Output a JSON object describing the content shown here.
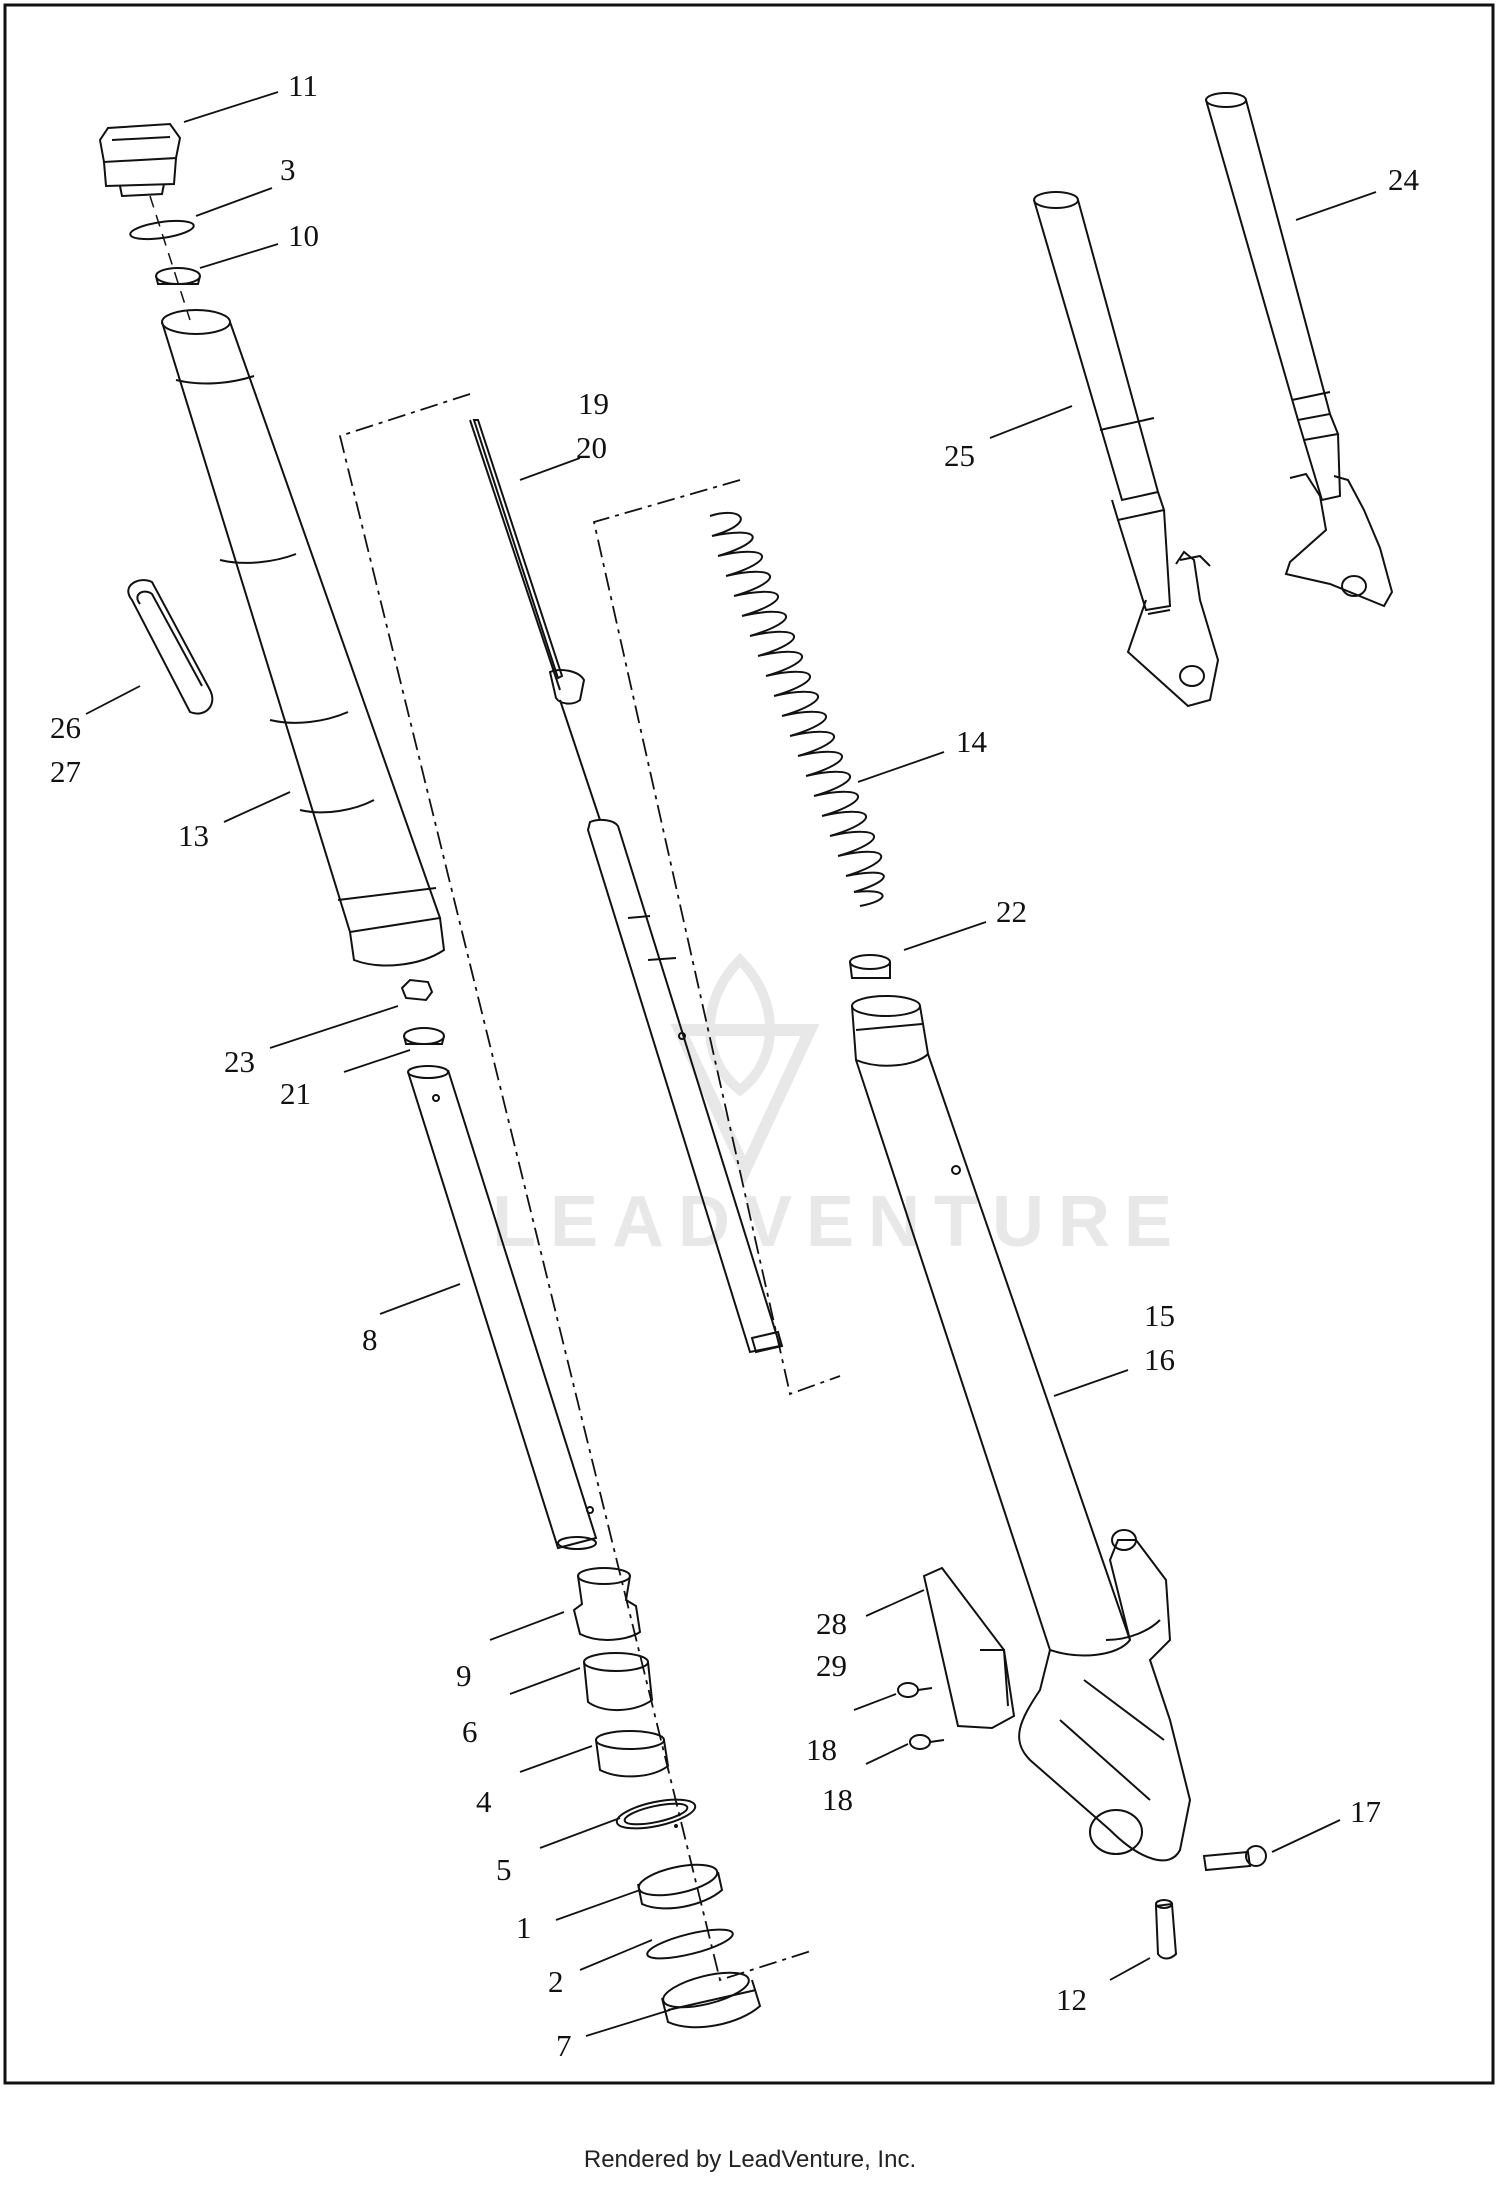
{
  "diagram": {
    "watermark_text": "LEADVENTURE",
    "callouts": [
      {
        "id": "c11",
        "text": "11"
      },
      {
        "id": "c3",
        "text": "3"
      },
      {
        "id": "c10",
        "text": "10"
      },
      {
        "id": "c24",
        "text": "24"
      },
      {
        "id": "c19",
        "text": "19"
      },
      {
        "id": "c20",
        "text": "20"
      },
      {
        "id": "c25",
        "text": "25"
      },
      {
        "id": "c26",
        "text": "26"
      },
      {
        "id": "c27",
        "text": "27"
      },
      {
        "id": "c14",
        "text": "14"
      },
      {
        "id": "c13",
        "text": "13"
      },
      {
        "id": "c22",
        "text": "22"
      },
      {
        "id": "c23",
        "text": "23"
      },
      {
        "id": "c21",
        "text": "21"
      },
      {
        "id": "c15",
        "text": "15"
      },
      {
        "id": "c16",
        "text": "16"
      },
      {
        "id": "c8",
        "text": "8"
      },
      {
        "id": "c9",
        "text": "9"
      },
      {
        "id": "c28",
        "text": "28"
      },
      {
        "id": "c29",
        "text": "29"
      },
      {
        "id": "c6",
        "text": "6"
      },
      {
        "id": "c18a",
        "text": "18"
      },
      {
        "id": "c18b",
        "text": "18"
      },
      {
        "id": "c4",
        "text": "4"
      },
      {
        "id": "c17",
        "text": "17"
      },
      {
        "id": "c5",
        "text": "5"
      },
      {
        "id": "c1",
        "text": "1"
      },
      {
        "id": "c2",
        "text": "2"
      },
      {
        "id": "c12",
        "text": "12"
      },
      {
        "id": "c7",
        "text": "7"
      }
    ]
  },
  "footer": {
    "text": "Rendered by LeadVenture, Inc."
  }
}
